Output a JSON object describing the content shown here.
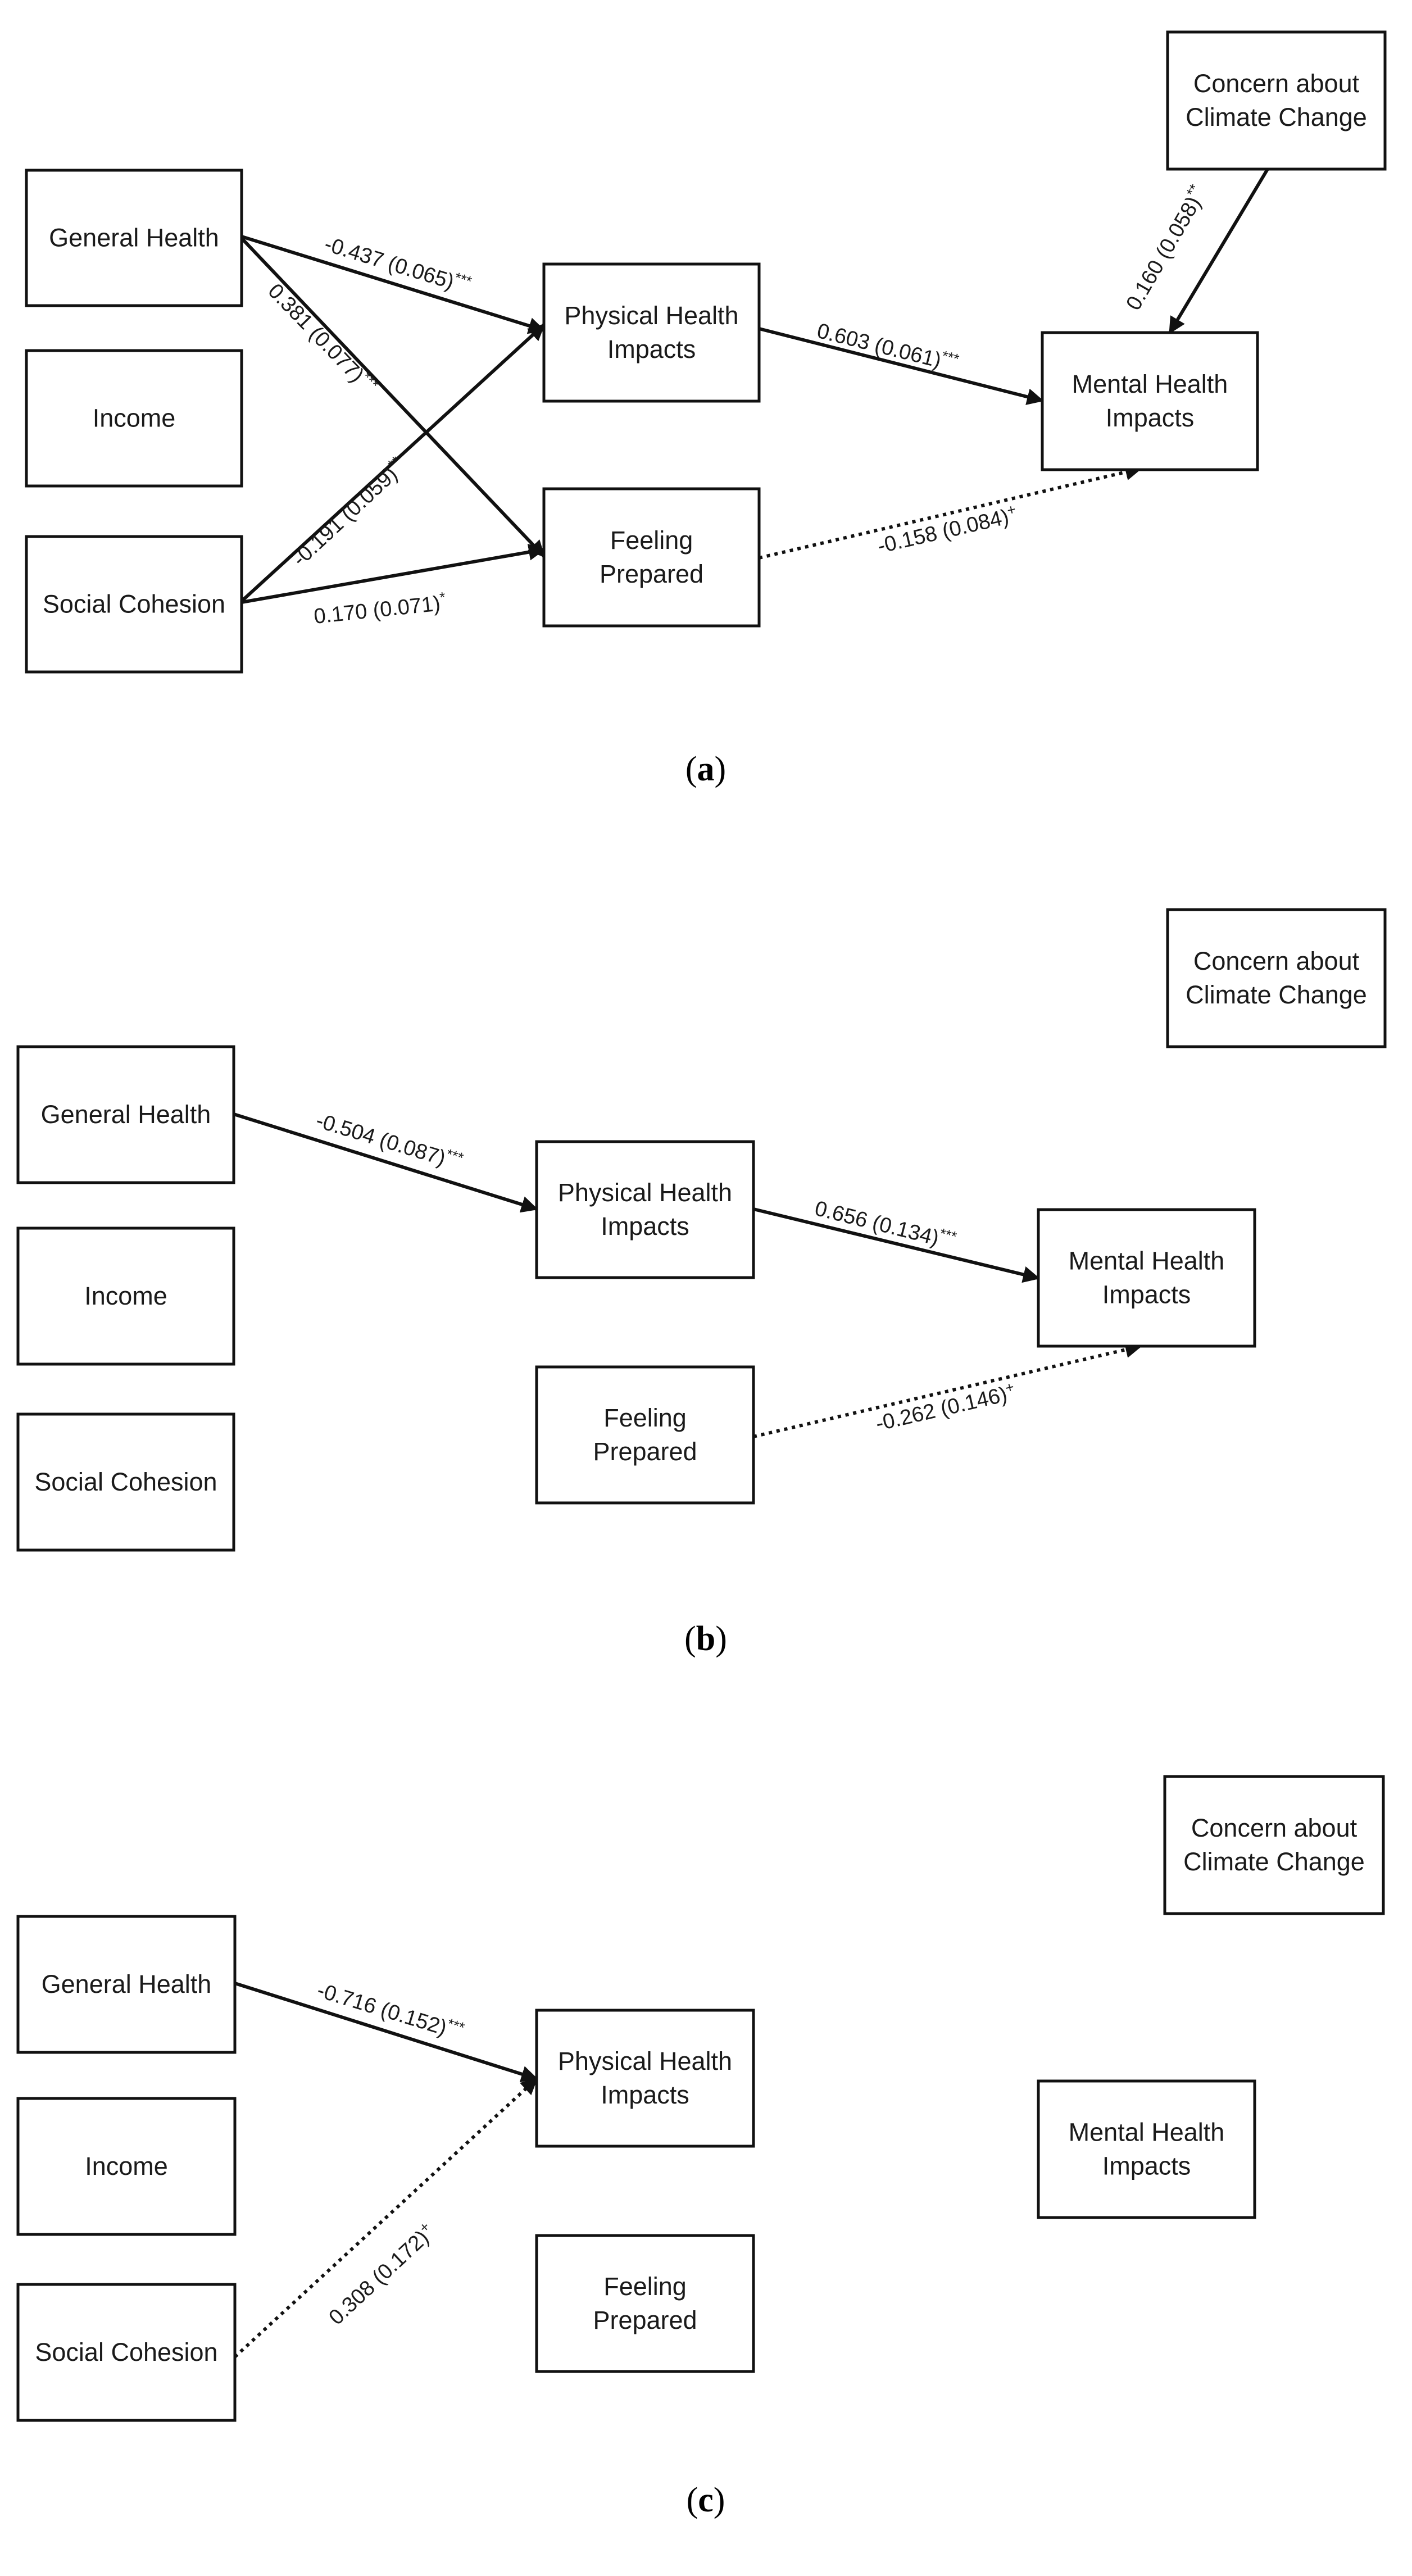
{
  "nodes": {
    "general_health": [
      "General Health"
    ],
    "income": [
      "Income"
    ],
    "social_cohesion": [
      "Social Cohesion"
    ],
    "physical_health": [
      "Physical Health",
      "Impacts"
    ],
    "feeling_prepared": [
      "Feeling",
      "Prepared"
    ],
    "mental_health": [
      "Mental Health",
      "Impacts"
    ],
    "concern_climate": [
      "Concern about",
      "Climate Change"
    ]
  },
  "panels": [
    {
      "label_letter": "a",
      "edges": [
        {
          "from": "general_health",
          "to": "physical_health",
          "style": "solid",
          "coef": "-0.437 (0.065)",
          "stars": "***"
        },
        {
          "from": "general_health",
          "to": "feeling_prepared",
          "style": "solid",
          "coef": "0.381 (0.077)",
          "stars": "***"
        },
        {
          "from": "social_cohesion",
          "to": "physical_health",
          "style": "solid",
          "coef": "-0.191 (0.059)",
          "stars": "**"
        },
        {
          "from": "social_cohesion",
          "to": "feeling_prepared",
          "style": "solid",
          "coef": "0.170 (0.071)",
          "stars": "*"
        },
        {
          "from": "physical_health",
          "to": "mental_health",
          "style": "solid",
          "coef": "0.603 (0.061)",
          "stars": "***"
        },
        {
          "from": "feeling_prepared",
          "to": "mental_health",
          "style": "dotted",
          "coef": "-0.158 (0.084)",
          "stars": "+"
        },
        {
          "from": "concern_climate",
          "to": "mental_health",
          "style": "solid",
          "coef": "0.160 (0.058)",
          "stars": "**"
        }
      ]
    },
    {
      "label_letter": "b",
      "edges": [
        {
          "from": "general_health",
          "to": "physical_health",
          "style": "solid",
          "coef": "-0.504 (0.087)",
          "stars": "***"
        },
        {
          "from": "physical_health",
          "to": "mental_health",
          "style": "solid",
          "coef": "0.656 (0.134)",
          "stars": "***"
        },
        {
          "from": "feeling_prepared",
          "to": "mental_health",
          "style": "dotted",
          "coef": "-0.262 (0.146)",
          "stars": "+"
        }
      ]
    },
    {
      "label_letter": "c",
      "edges": [
        {
          "from": "general_health",
          "to": "physical_health",
          "style": "solid",
          "coef": "-0.716 (0.152)",
          "stars": "***"
        },
        {
          "from": "social_cohesion",
          "to": "physical_health",
          "style": "dotted",
          "coef": "0.308 (0.172)",
          "stars": "+"
        }
      ]
    }
  ]
}
